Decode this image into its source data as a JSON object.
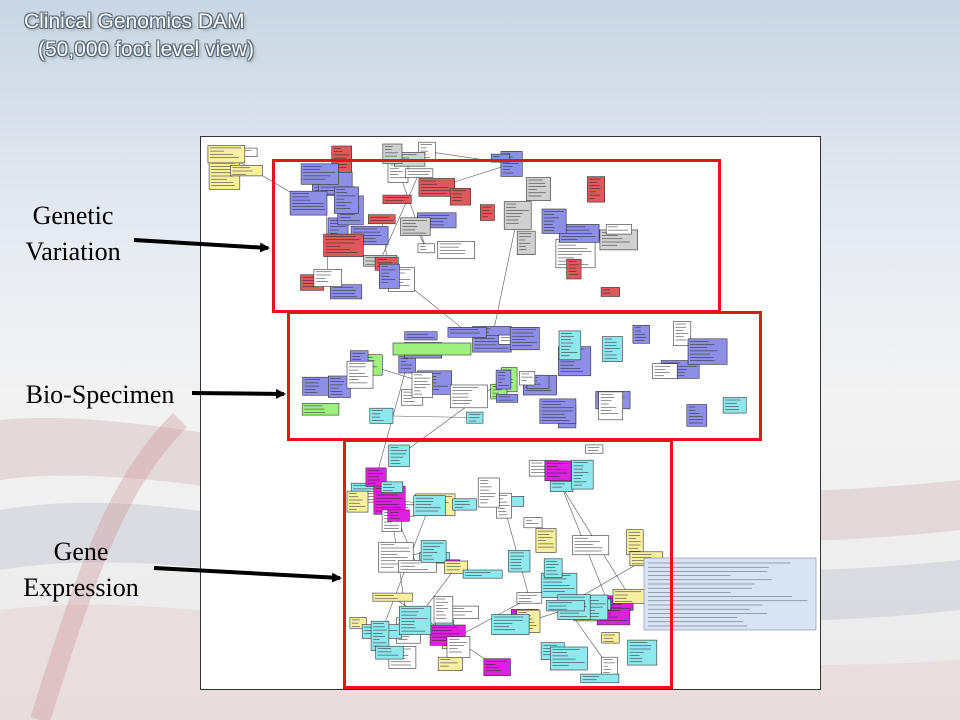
{
  "title": {
    "line1": "Clinical Genomics DAM",
    "line2": "(50,000 foot level view)"
  },
  "labels": {
    "genetic_variation": [
      "Genetic",
      "Variation"
    ],
    "bio_specimen": "Bio-Specimen",
    "gene_expression": [
      "Gene",
      "Expression"
    ]
  },
  "colors": {
    "region_border": "#e8141b",
    "red_class": "#e0575c",
    "blue_class": "#8e8ee6",
    "cyan_class": "#8ee8ee",
    "magenta_class": "#e020e0",
    "yellow_class": "#f8f0a0",
    "green_class": "#a0f080",
    "gray_class": "#d0d0d0",
    "white_class": "#ffffff"
  }
}
